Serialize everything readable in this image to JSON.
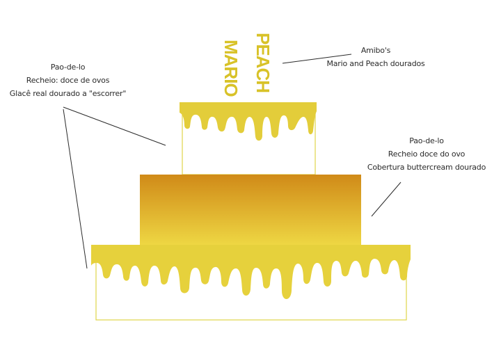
{
  "annotations": {
    "left": {
      "line1": "Pao-de-lo",
      "line2": "Recheio: doce de ovos",
      "line3": "Glacê real dourado a \"escorrer\""
    },
    "topper": {
      "line1": "Amibo's",
      "line2": "Mario and Peach dourados"
    },
    "right": {
      "line1": "Pao-de-lo",
      "line2": "Recheio doce do ovo",
      "line3": "Cobertura buttercream dourado"
    }
  },
  "topper_words": {
    "mario": "MARIO",
    "peach": "PEACH"
  },
  "colors": {
    "gold_drip": "#e3cd3a",
    "gold_light": "#f2e24e",
    "gold_middle_top": "#d08a18",
    "gold_middle_bottom": "#f0dc46",
    "topper": "#d8c228",
    "outline": "#e0d44a",
    "leader_line": "#2a2a2a"
  }
}
